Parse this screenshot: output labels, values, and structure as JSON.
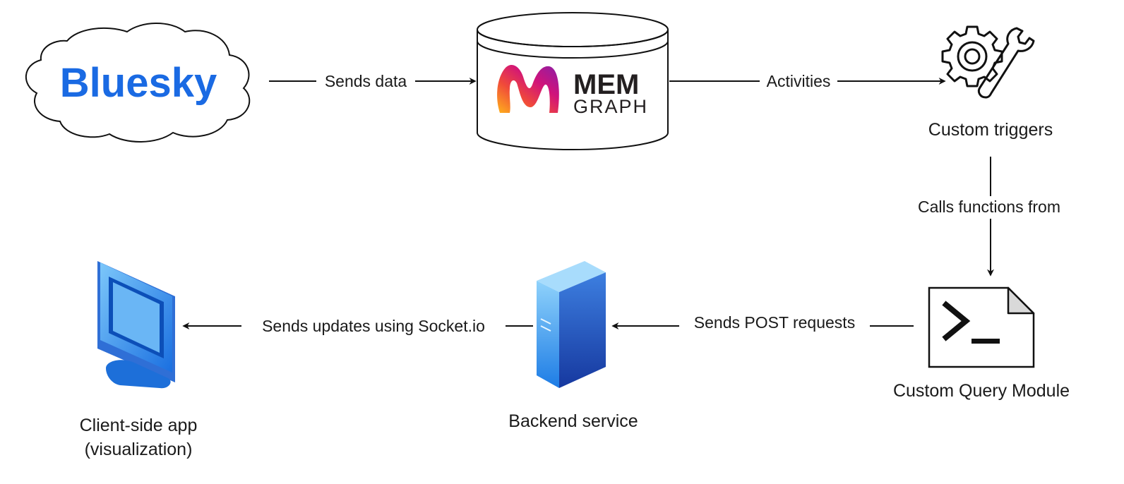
{
  "colors": {
    "bluesky_brand": "#1a6ae3",
    "line": "#111111",
    "memgraph_gradient": [
      "#ffb21b",
      "#f04a3a",
      "#d1137a",
      "#8a1fa8"
    ],
    "server_blue_light": "#57b7f0",
    "server_blue_dark": "#1c55c8",
    "monitor_blue": "#1f7fe6"
  },
  "nodes": {
    "bluesky": {
      "logo_text": "Bluesky",
      "icon": "cloud-shape"
    },
    "memgraph": {
      "logo_mem": "MEM",
      "logo_graph": "GRAPH",
      "icon": "database-cylinder"
    },
    "custom_triggers": {
      "label": "Custom triggers",
      "icon": "gear-wrench-icon"
    },
    "custom_query_module": {
      "label": "Custom Query Module",
      "icon": "terminal-document-icon"
    },
    "backend_service": {
      "label": "Backend service",
      "icon": "server-tower-icon"
    },
    "client_app": {
      "label_line1": "Client-side app",
      "label_line2": "(visualization)",
      "icon": "monitor-icon"
    }
  },
  "edges": {
    "bluesky_to_memgraph": "Sends data",
    "memgraph_to_triggers": "Activities",
    "triggers_to_module": "Calls functions from",
    "module_to_backend": "Sends POST requests",
    "backend_to_client": "Sends updates using Socket.io"
  }
}
